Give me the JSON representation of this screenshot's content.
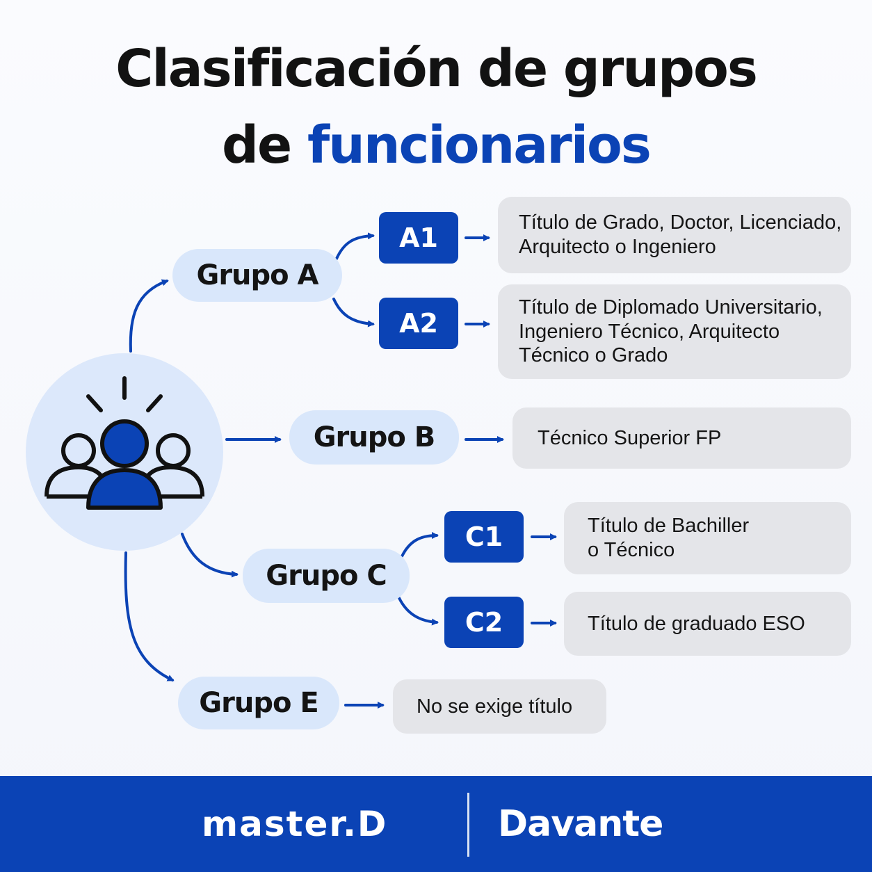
{
  "title": {
    "line1": "Clasificación de grupos",
    "line2_prefix": "de ",
    "line2_accent": "funcionarios"
  },
  "colors": {
    "accent": "#0b43b5",
    "pill_bg": "#d9e7fb",
    "hub_bg": "#dce8fb",
    "box_bg": "#e4e5e9",
    "text": "#121212"
  },
  "hub": {
    "icon": "people-group-icon"
  },
  "groups": {
    "a": {
      "label": "Grupo A",
      "subgroups": [
        {
          "code": "A1",
          "requirement": "Título de Grado, Doctor, Licenciado,\nArquitecto o Ingeniero"
        },
        {
          "code": "A2",
          "requirement": "Título de Diplomado Universitario,\nIngeniero Técnico, Arquitecto\nTécnico o Grado"
        }
      ]
    },
    "b": {
      "label": "Grupo B",
      "requirement": "Técnico Superior FP"
    },
    "c": {
      "label": "Grupo C",
      "subgroups": [
        {
          "code": "C1",
          "requirement": "Título de Bachiller\no Técnico"
        },
        {
          "code": "C2",
          "requirement": "Título de graduado ESO"
        }
      ]
    },
    "e": {
      "label": "Grupo E",
      "requirement": "No se exige título"
    }
  },
  "footer": {
    "brand_left": "master.D",
    "brand_right": "Davante"
  }
}
